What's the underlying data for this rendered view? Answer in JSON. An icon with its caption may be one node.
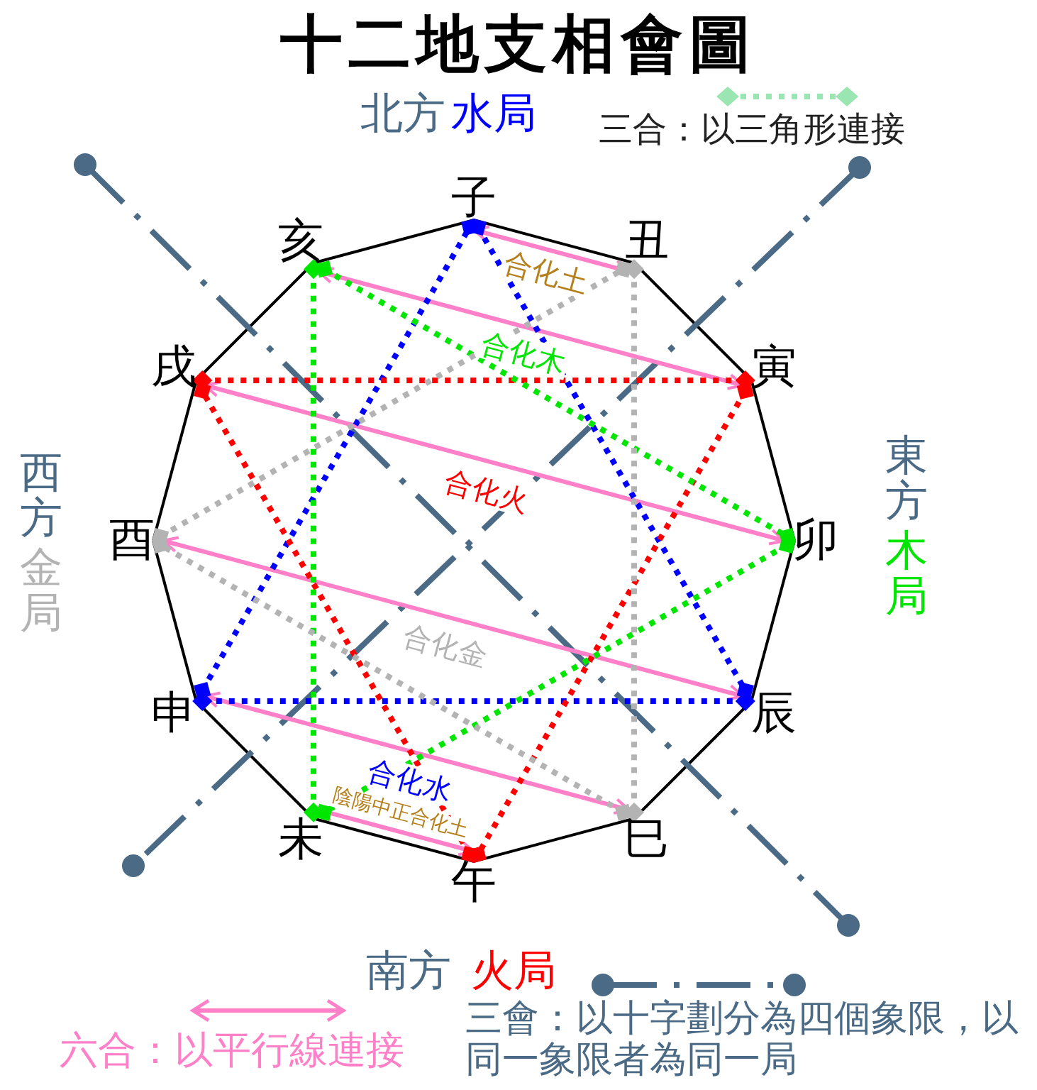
{
  "diagram": {
    "title": "十二地支相會圖",
    "nodes": [
      {
        "text": [
          "子"
        ]
      },
      {
        "text": [
          "丑"
        ]
      },
      {
        "text": [
          "寅"
        ]
      },
      {
        "text": [
          "卯"
        ]
      },
      {
        "text": [
          "辰"
        ]
      },
      {
        "text": [
          "巳"
        ]
      },
      {
        "text": [
          "午"
        ]
      },
      {
        "text": [
          "未"
        ]
      },
      {
        "text": [
          "申"
        ]
      },
      {
        "text": [
          "酉"
        ]
      },
      {
        "text": [
          "戌"
        ]
      },
      {
        "text": [
          "亥"
        ]
      }
    ],
    "edges": [
      {
        "from": 0,
        "to": 1,
        "arrow": "both",
        "label": "合化土",
        "color": "#ff80c8"
      },
      {
        "from": 11,
        "to": 2,
        "arrow": "both",
        "label": "合化木",
        "color": "#ff80c8"
      },
      {
        "from": 10,
        "to": 3,
        "arrow": "both",
        "label": "合化火",
        "color": "#ff80c8"
      },
      {
        "from": 9,
        "to": 4,
        "arrow": "both",
        "label": "合化金",
        "color": "#ff80c8"
      },
      {
        "from": 8,
        "to": 5,
        "arrow": "both",
        "label": "合化水",
        "color": "#ff80c8"
      },
      {
        "from": 7,
        "to": 6,
        "arrow": "both",
        "label": "陰陽中正合化土",
        "color": "#ff80c8"
      },
      {
        "from": 8,
        "to": 0,
        "arrow": "other",
        "style": "dashed",
        "color": "#0000ff"
      },
      {
        "from": 0,
        "to": 4,
        "arrow": "other",
        "style": "dashed",
        "color": "#0000ff"
      },
      {
        "from": 4,
        "to": 8,
        "arrow": "other",
        "style": "dashed",
        "color": "#0000ff"
      },
      {
        "from": 2,
        "to": 6,
        "arrow": "other",
        "style": "dashed",
        "color": "#ff0000"
      },
      {
        "from": 6,
        "to": 10,
        "arrow": "other",
        "style": "dashed",
        "color": "#ff0000"
      },
      {
        "from": 10,
        "to": 2,
        "arrow": "other",
        "style": "dashed",
        "color": "#ff0000"
      },
      {
        "from": 11,
        "to": 3,
        "arrow": "other",
        "style": "dashed",
        "color": "#00e600"
      },
      {
        "from": 3,
        "to": 7,
        "arrow": "other",
        "style": "dashed",
        "color": "#00e600"
      },
      {
        "from": 7,
        "to": 11,
        "arrow": "other",
        "style": "dashed",
        "color": "#00e600"
      },
      {
        "from": 5,
        "to": 9,
        "arrow": "other",
        "style": "dashed",
        "color": "#b3b3b3"
      },
      {
        "from": 9,
        "to": 1,
        "arrow": "other",
        "style": "dashed",
        "color": "#b3b3b3"
      },
      {
        "from": 1,
        "to": 5,
        "arrow": "other",
        "style": "dashed",
        "color": "#b3b3b3"
      }
    ],
    "labels": [
      "北方",
      "水局",
      "西方",
      "金局",
      "東方",
      "木局",
      "南方",
      "火局"
    ],
    "legend": [
      {
        "text": "三合：以三角形連接"
      },
      {
        "text": "六合：以平行線連接"
      },
      {
        "text": "三會：以十字劃分為四個象限，以同一象限者為同一局"
      }
    ]
  }
}
